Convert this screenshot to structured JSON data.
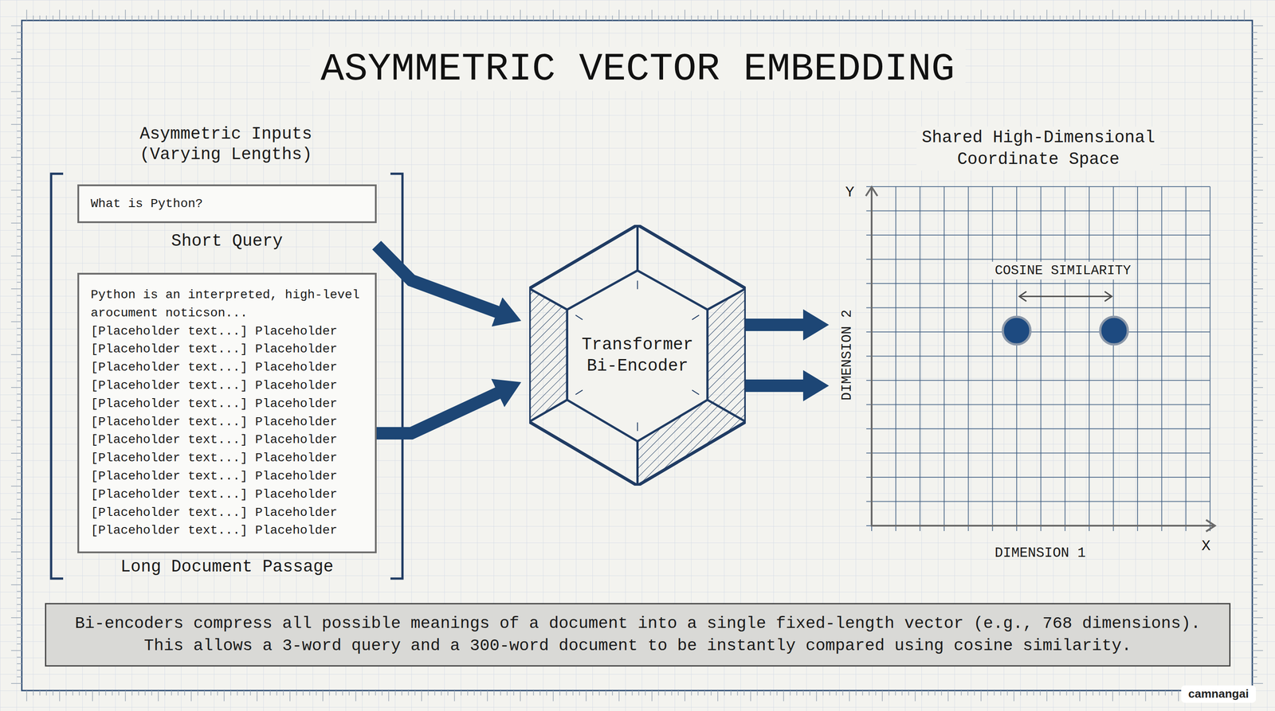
{
  "diagram": {
    "title": "ASYMMETRIC VECTOR EMBEDDING",
    "caption": "Bi-encoders compress all possible meanings of a document into a single fixed-length vector (e.g., 768 dimensions). This allows a 3-word query and a 300-word document to be instantly compared using cosine similarity.",
    "nodes": [
      {
        "text": [
          "What is Python?",
          "Short Query"
        ]
      },
      {
        "text": [
          "Python is an interpreted, high-level arocument noticson...",
          "[Placeholder text...] Placeholder",
          "[Placeholder text...] Placeholder",
          "[Placeholder text...] Placeholder",
          "[Placeholder text...] Placeholder",
          "[Placeholder text...] Placeholder",
          "[Placeholder text...] Placeholder",
          "[Placeholder text...] Placeholder",
          "[Placeholder text...] Placeholder",
          "[Placeholder text...] Placeholder",
          "[Placeholder text...] Placeholder",
          "[Placeholder text...] Placeholder",
          "[Placeholder text...] Placeholder",
          "Long Document Passage"
        ]
      },
      {
        "text": [
          "Transformer Bi-Encoder"
        ]
      },
      {
        "text": [
          "Shared High-Dimensional Coordinate Space"
        ]
      }
    ],
    "edges": [
      {
        "from": 0,
        "to": 2,
        "arrow": "to"
      },
      {
        "from": 1,
        "to": 2,
        "arrow": "to"
      },
      {
        "from": 2,
        "to": 3,
        "arrow": "to"
      },
      {
        "from": 2,
        "to": 3,
        "arrow": "to"
      }
    ],
    "labels": [
      "Asymmetric Inputs (Varying Lengths)",
      "Y",
      "COSINE SIMILARITY",
      "DIMENSION 2",
      "DIMENSION 1",
      "X",
      "camnangai"
    ]
  }
}
